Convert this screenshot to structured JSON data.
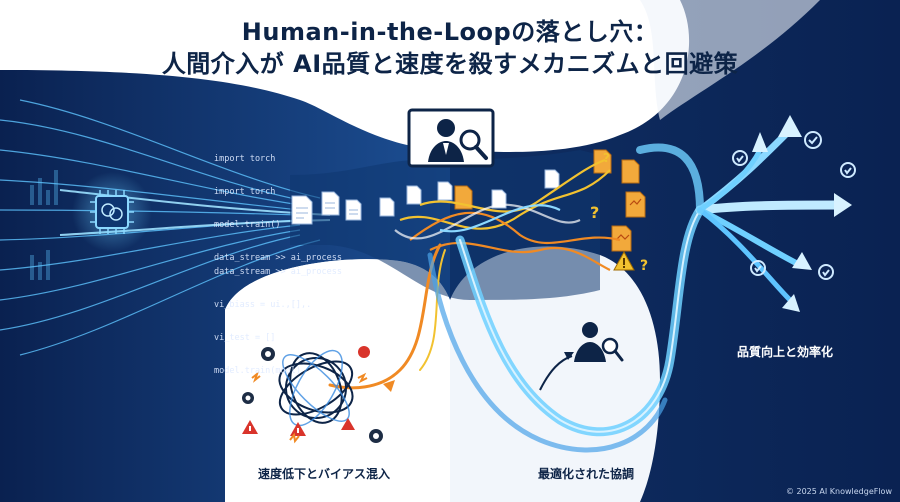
{
  "title": {
    "line1": "Human-in-the-Loopの落とし穴：",
    "line2": "人間介入が AI品質と速度を殺すメカニズムと回避策"
  },
  "code_top": [
    "import torch",
    "import torch",
    "model.train()",
    "data_stream >> ai_process"
  ],
  "code_bottom": [
    "data_stream >> ai_process",
    "vi_biass = ui.,[],.",
    "vi_test = []",
    "model.train(mool)"
  ],
  "labels": {
    "left": "速度低下とバイアス混入",
    "middle": "最適化された協調",
    "right": "品質向上と効率化"
  },
  "copyright": "© 2025 AI KnowledgeFlow",
  "icons": [
    "brain-chip-icon",
    "human-reviewer-icon",
    "document-icon",
    "warning-icon",
    "question-icon",
    "broken-gear-icon",
    "check-circle-icon",
    "arrow-icon"
  ],
  "colors": {
    "navy": "#0b2a55",
    "accent_blue": "#4fb3ff",
    "orange": "#f08a24",
    "yellow": "#f2c230",
    "warning_red": "#d9342b"
  }
}
